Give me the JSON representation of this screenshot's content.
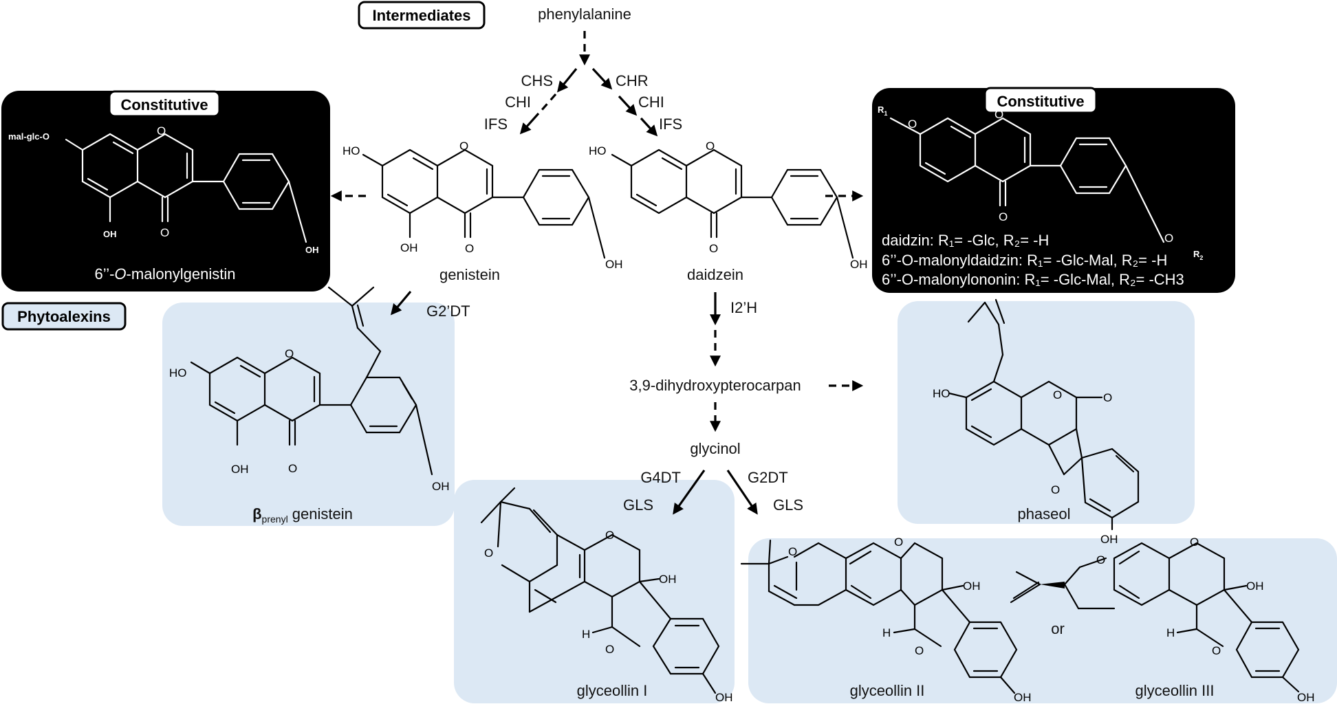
{
  "categories": {
    "intermediates": "Intermediates",
    "constitutive_left": "Constitutive",
    "constitutive_right": "Constitutive",
    "phytoalexins": "Phytoalexins"
  },
  "compounds": {
    "phenylalanine": "phenylalanine",
    "genistein": "genistein",
    "daidzein": "daidzein",
    "malonylgenistin_prefix": "6’’-",
    "malonylgenistin_o": "O",
    "malonylgenistin_suffix": "-malonylgenistin",
    "dihydroxypterocarpan": "3,9-dihydroxypterocarpan",
    "glycinol": "glycinol",
    "prenyl_beta": "β",
    "prenyl_sub": "prenyl",
    "prenyl_name": " genistein",
    "phaseol": "phaseol",
    "glyceollin1": "glyceollin I",
    "glyceollin2": "glyceollin II",
    "glyceollin3": "glyceollin III",
    "or": "or"
  },
  "constitutive_right_lines": [
    "daidzin: R₁= -Glc, R₂= -H",
    "6’’-O-malonyldaidzin: R₁= -Glc-Mal, R₂= -H",
    "6’’-O-malonylononin: R₁= -Glc-Mal, R₂= -CH3"
  ],
  "enzymes": {
    "chs": "CHS",
    "chi_left": "CHI",
    "ifs_left": "IFS",
    "chr": "CHR",
    "chi_right": "CHI",
    "ifs_right": "IFS",
    "g2dt_left": "G2’DT",
    "i2h": "I2’H",
    "g4dt": "G4DT",
    "gls_left": "GLS",
    "g2dt_right": "G2DT",
    "gls_right": "GLS"
  },
  "atoms": {
    "oh": "OH",
    "ho": "HO",
    "o": "O",
    "h": "H",
    "r1": "R",
    "r2": "R",
    "r1_sub": "1",
    "r2_sub": "2",
    "malglc": "mal-glc-O"
  },
  "colors": {
    "phytoalexin_box": "#dce8f4",
    "constitutive_box": "#000000",
    "text": "#111111"
  }
}
